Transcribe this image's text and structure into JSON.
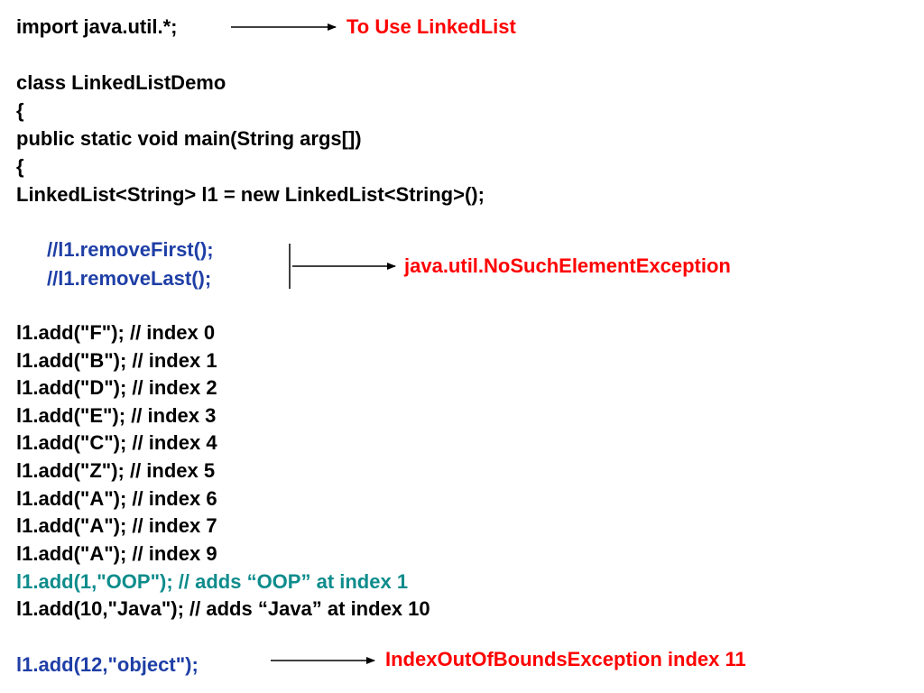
{
  "code_lines": [
    "import java.util.*;",
    "class LinkedListDemo",
    "{",
    "public static void main(String args[])",
    "{",
    "LinkedList<String> l1 = new LinkedList<String>();",
    "//l1.removeFirst();",
    "//l1.removeLast();",
    "l1.add(\"F\"); // index 0",
    "l1.add(\"B\"); // index 1",
    "l1.add(\"D\"); // index 2",
    "l1.add(\"E\"); // index 3",
    "l1.add(\"C\"); // index 4",
    "l1.add(\"Z\"); // index 5",
    "l1.add(\"A\"); // index 6",
    "l1.add(\"A\"); // index 7",
    "l1.add(\"A\"); // index 9",
    "l1.add(1,\"OOP\"); // adds “OOP” at index 1",
    "l1.add(10,\"Java\"); // adds “Java” at index 10",
    "l1.add(12,\"object\");"
  ],
  "annotations": {
    "import_note": "To Use LinkedList",
    "remove_note": "java.util.NoSuchElementException",
    "bounds_note": "IndexOutOfBoundsException index 11"
  },
  "colors": {
    "code": "#000000",
    "comment_blue": "#1f3fa6",
    "highlight_teal": "#0e8c8c",
    "annotation_red": "#ff0000"
  }
}
